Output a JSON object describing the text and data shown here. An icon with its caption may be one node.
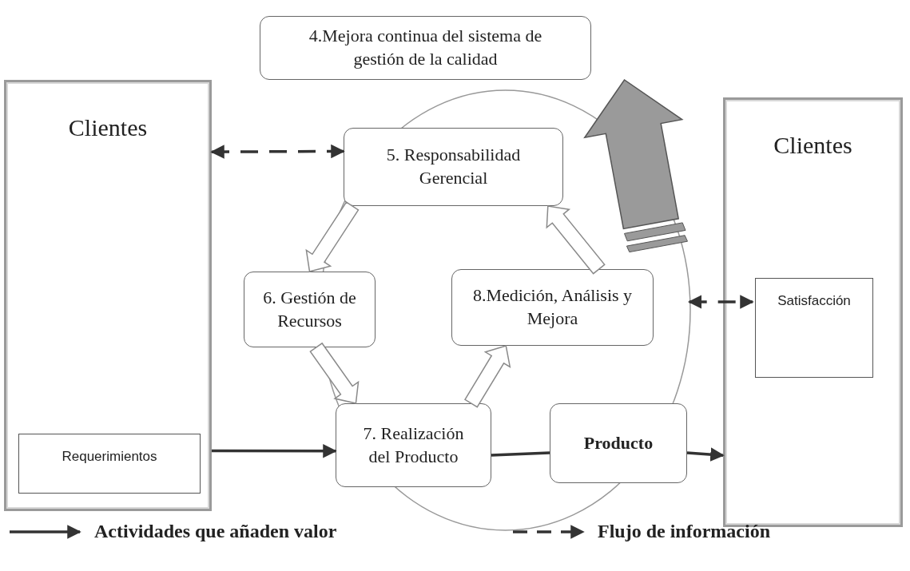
{
  "diagram": {
    "nodes": [
      {
        "text": [
          "Clientes"
        ]
      },
      {
        "text": [
          "Requerimientos"
        ],
        "in": 0
      },
      {
        "text": [
          "Clientes"
        ]
      },
      {
        "text": [
          "Satisfacción"
        ],
        "in": 2
      },
      {
        "text": [],
        "shape": "circle"
      },
      {
        "text": [
          "4.Mejora continua del sistema de gestión de la calidad"
        ]
      },
      {
        "text": [
          "5. Responsabilidad Gerencial"
        ],
        "in": 4
      },
      {
        "text": [
          "6. Gestión de Recursos"
        ]
      },
      {
        "text": [
          "8.Medición, Análisis y Mejora"
        ],
        "in": 4
      },
      {
        "text": [
          "7. Realización del Producto"
        ],
        "in": 4
      },
      {
        "text": [
          "Producto"
        ],
        "in": 4
      }
    ],
    "edges": [
      {
        "from": 0,
        "to": 6,
        "arrow": "both",
        "style": "dashed"
      },
      {
        "from": 6,
        "to": 7,
        "arrow": "to",
        "style": "thick"
      },
      {
        "from": 7,
        "to": 9,
        "arrow": "to",
        "style": "thick"
      },
      {
        "from": 9,
        "to": 8,
        "arrow": "to",
        "style": "thick"
      },
      {
        "from": 8,
        "to": 6,
        "arrow": "to",
        "style": "thick"
      },
      {
        "from": 4,
        "to": 5,
        "arrow": "to",
        "style": "thick",
        "color": "#9a9a9a"
      },
      {
        "from": 0,
        "to": 9,
        "arrow": "to"
      },
      {
        "from": 9,
        "to": 10,
        "arrow": "none"
      },
      {
        "from": 10,
        "to": 2,
        "arrow": "to"
      },
      {
        "from": 4,
        "to": 3,
        "arrow": "both",
        "style": "dashed"
      }
    ],
    "legend": [
      {
        "text": "Actividades que añaden valor"
      },
      {
        "text": "Flujo de información"
      }
    ]
  }
}
